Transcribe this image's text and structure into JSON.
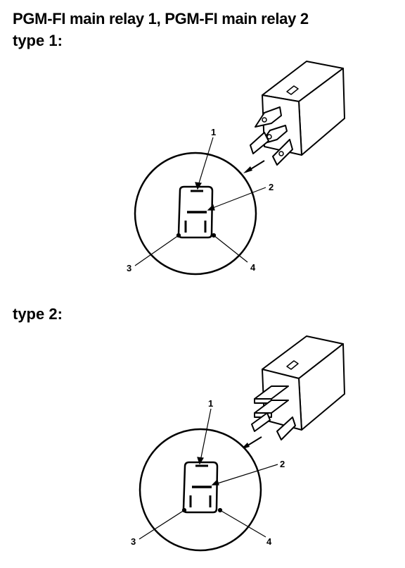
{
  "title": "PGM-FI main relay 1, PGM-FI main relay 2",
  "types": [
    {
      "label": "type 1:",
      "callouts": [
        "1",
        "2",
        "3",
        "4"
      ]
    },
    {
      "label": "type 2:",
      "callouts": [
        "1",
        "2",
        "3",
        "4"
      ]
    }
  ]
}
